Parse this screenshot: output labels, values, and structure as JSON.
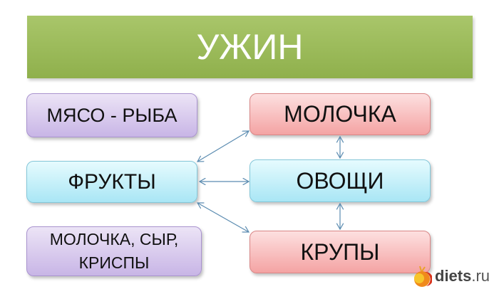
{
  "title": "УЖИН",
  "boxes": {
    "meat_fish": "МЯСО - РЫБА",
    "fruits": "ФРУКТЫ",
    "milk_cheese_crisps": "МОЛОЧКА, СЫР, КРИСПЫ",
    "dairy": "МОЛОЧКА",
    "vegetables": "ОВОЩИ",
    "grains": "КРУПЫ"
  },
  "colors": {
    "title": "#9bbb59",
    "purple": "#d9ccee",
    "cyan": "#c4eef8",
    "pink": "#f8bcbc",
    "arrow": "#5a8bb0"
  },
  "watermark": {
    "brand": "diets",
    "tld": ".ru"
  }
}
